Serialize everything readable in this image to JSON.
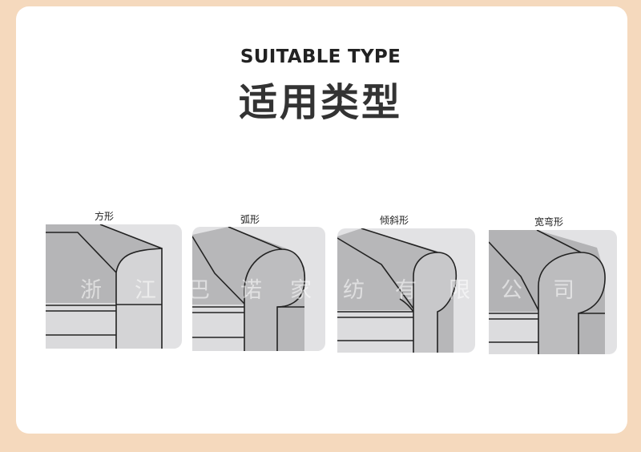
{
  "header": {
    "subtitle": "SUITABLE TYPE",
    "title": "适用类型"
  },
  "types": [
    {
      "label": "方形"
    },
    {
      "label": "弧形"
    },
    {
      "label": "倾斜形"
    },
    {
      "label": "宽弯形"
    }
  ],
  "watermark": [
    "浙",
    "江",
    "巴",
    "诺",
    "家",
    "纺",
    "有",
    "限",
    "公",
    "司"
  ],
  "colors": {
    "background": "#f5d9bd",
    "card": "#ffffff",
    "sofa_top": "#b5b5b7",
    "sofa_body": "#dadadc",
    "outline": "#222222"
  }
}
